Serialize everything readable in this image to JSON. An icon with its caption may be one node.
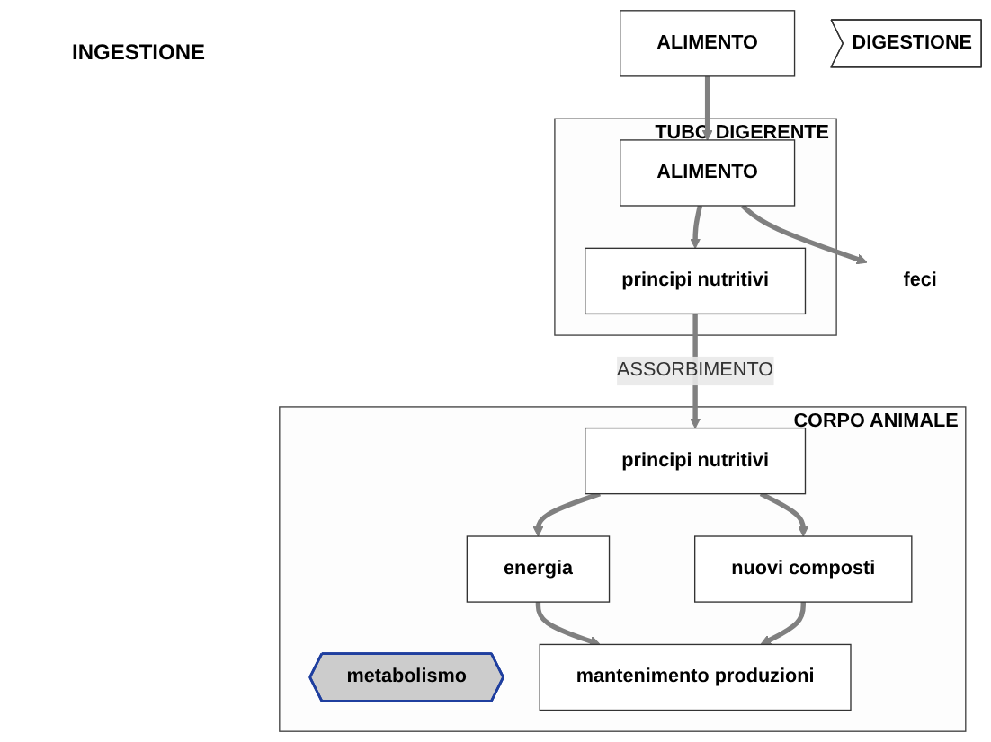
{
  "diagram": {
    "nodes": [
      {
        "text": [
          "TUBO DIGERENTE"
        ]
      },
      {
        "text": [
          "ALIMENTO"
        ]
      },
      {
        "text": [
          "ALIMENTO"
        ],
        "in": 0
      },
      {
        "text": [
          "principi nutritivi"
        ],
        "in": 0
      },
      {
        "text": [
          "feci"
        ]
      },
      {
        "text": [
          "DIGESTIONE"
        ]
      },
      {
        "text": [
          "CORPO ANIMALE"
        ]
      },
      {
        "text": [
          "principi nutritivi"
        ],
        "in": 6
      },
      {
        "text": [
          "energia"
        ],
        "in": 6
      },
      {
        "text": [
          "metabolismo"
        ],
        "in": 6
      },
      {
        "text": [
          "nuovi composti"
        ],
        "in": 6
      },
      {
        "text": [
          "mantenimento produzioni"
        ],
        "in": 6
      }
    ],
    "edges": [
      {
        "from": 1,
        "to": 2,
        "arrow": "to"
      },
      {
        "from": 2,
        "to": 3,
        "arrow": "to"
      },
      {
        "from": 2,
        "to": 4,
        "arrow": "to"
      },
      {
        "from": 3,
        "to": 7,
        "arrow": "to",
        "label": "ASSORBIMENTO"
      },
      {
        "from": 7,
        "to": 8,
        "arrow": "to"
      },
      {
        "from": 7,
        "to": 10,
        "arrow": "to"
      },
      {
        "from": 8,
        "to": 11,
        "arrow": "to"
      },
      {
        "from": 10,
        "to": 11,
        "arrow": "to"
      }
    ],
    "labels": [
      "INGESTIONE"
    ]
  }
}
